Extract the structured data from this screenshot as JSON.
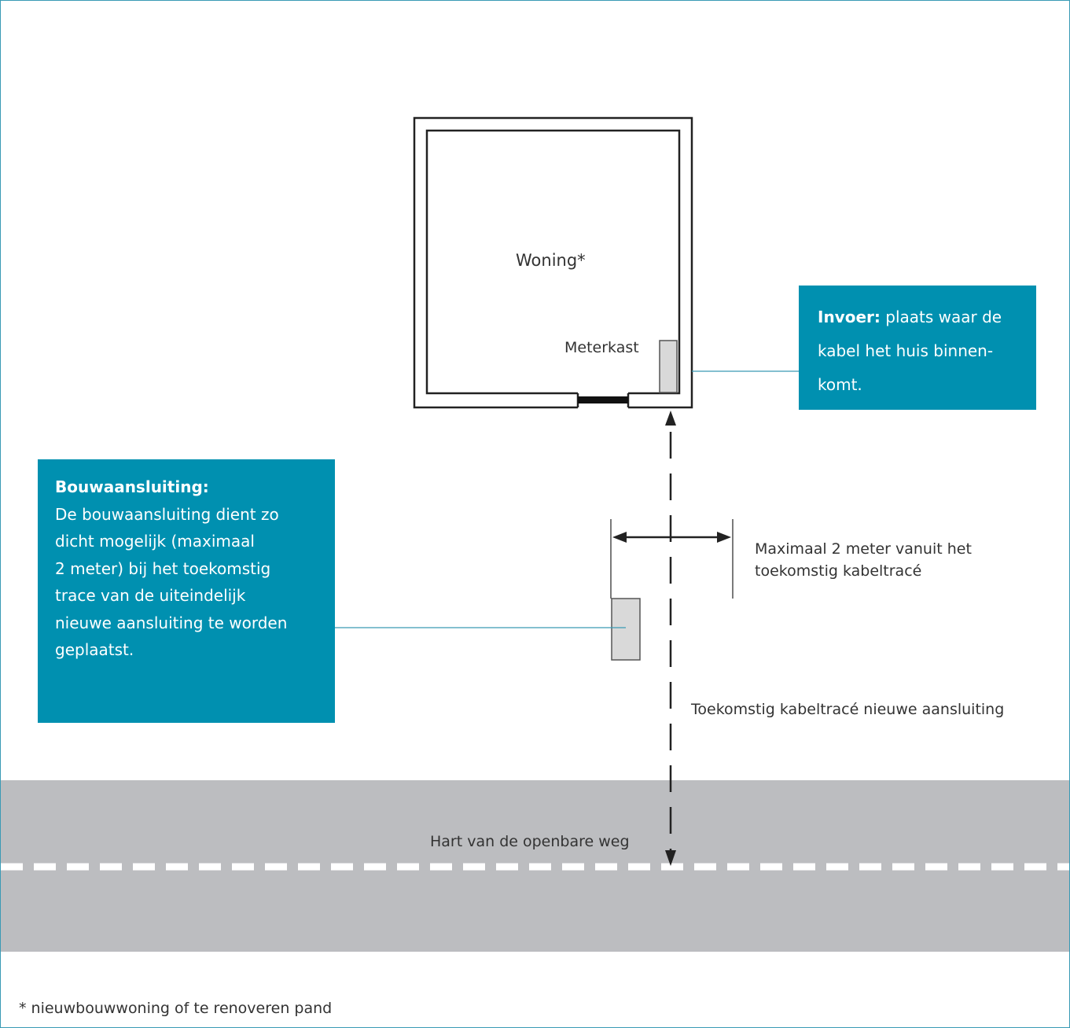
{
  "labels": {
    "house": "Woning*",
    "meter_box": "Meterkast",
    "max_distance_line1": "Maximaal 2 meter vanuit het",
    "max_distance_line2": "toekomstig kabeltracé",
    "future_route": "Toekomstig kabeltracé nieuwe aansluiting",
    "road_center": "Hart van de openbare weg",
    "footnote": "* nieuwbouwwoning of te renoveren pand"
  },
  "invoer_box": {
    "heading": "Invoer:",
    "line1_rest": " plaats waar de",
    "line2": "kabel het huis binnen-",
    "line3": "komt."
  },
  "bouw_box": {
    "heading": "Bouwaansluiting:",
    "lines": [
      "De bouwaansluiting dient zo",
      "dicht mogelijk (maximaal",
      "2 meter) bij het toekomstig",
      "trace van de uiteindelijk",
      "nieuwe aansluiting te worden",
      "geplaatst."
    ]
  },
  "colors": {
    "accent": "#0090b0",
    "frame": "#3a9ab5",
    "road": "#bcbdc0",
    "meter": "#d9d9d9"
  }
}
